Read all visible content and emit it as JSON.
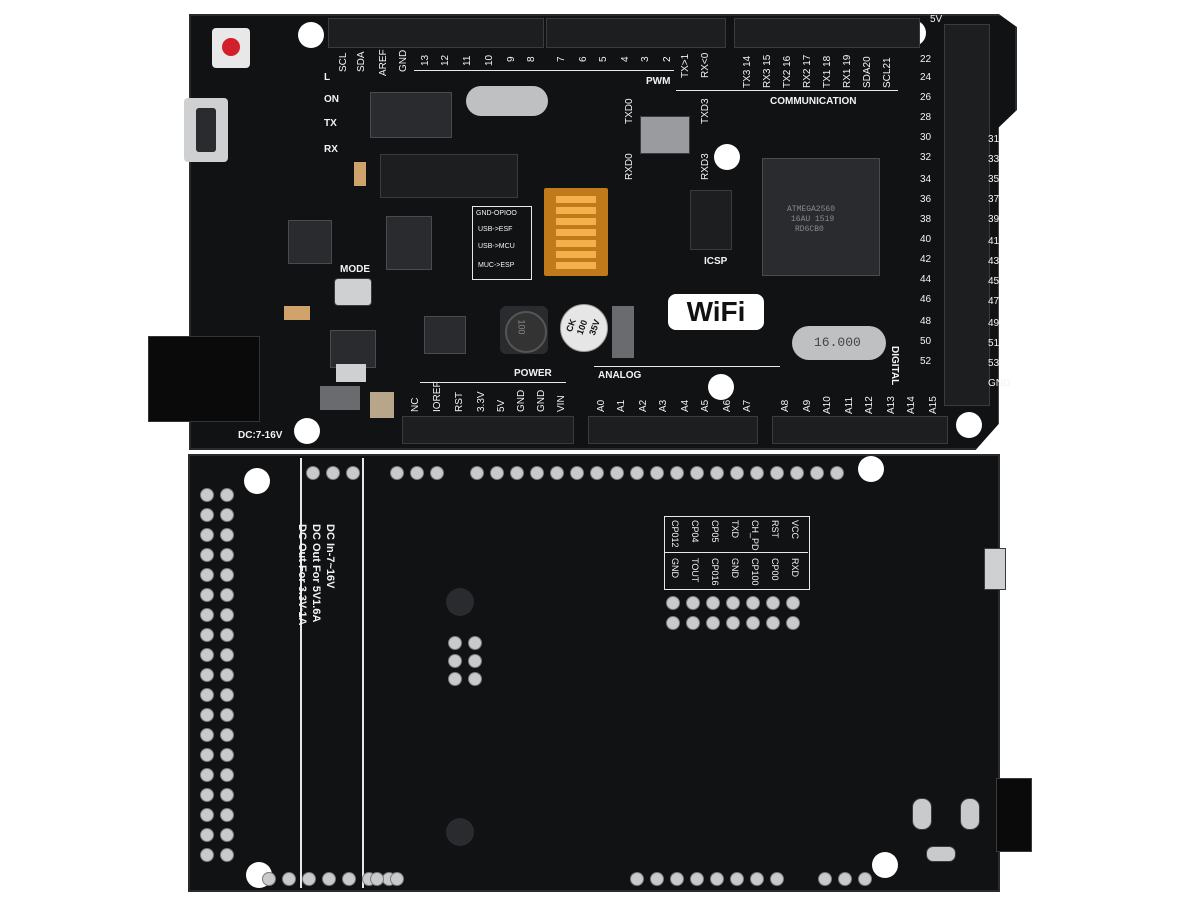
{
  "top_board": {
    "header_top_left": [
      "SCL",
      "SDA",
      "AREF",
      "GND",
      "13",
      "12",
      "11",
      "10",
      "9",
      "8"
    ],
    "header_top_mid": [
      "7",
      "6",
      "5",
      "4",
      "3",
      "2",
      "TX>1",
      "RX<0"
    ],
    "header_top_right": [
      "TX3 14",
      "RX3 15",
      "TX2 16",
      "RX2 17",
      "TX1 18",
      "RX1 19",
      "SDA20",
      "SCL21"
    ],
    "pwm_label": "PWM",
    "communication_label": "COMMUNICATION",
    "led_labels": [
      "L",
      "ON",
      "TX",
      "RX"
    ],
    "txd0": "TXD0",
    "txd3": "TXD3",
    "rxd0": "RXD0",
    "rxd3": "RXD3",
    "icsp": "ICSP",
    "mode": "MODE",
    "dip_box": [
      "GND-OPIOO",
      "USB->ESF",
      "USB->MCU",
      "MUC->ESP"
    ],
    "wifi_logo": "WiFi",
    "crystal2": "16.000",
    "cap_text": [
      "CK",
      "100",
      "35V"
    ],
    "inductor_text": "100",
    "power_label": "POWER",
    "analog_label": "ANALOG",
    "digital_label": "DIGITAL",
    "power_pins": [
      "NC",
      "IOREF",
      "RST",
      "3.3V",
      "5V",
      "GND",
      "GND",
      "VIN"
    ],
    "analog_pins_1": [
      "A0",
      "A1",
      "A2",
      "A3",
      "A4",
      "A5",
      "A6",
      "A7"
    ],
    "analog_pins_2": [
      "A8",
      "A9",
      "A10",
      "A11",
      "A12",
      "A13",
      "A14",
      "A15"
    ],
    "right_left_numbers": [
      "22",
      "24",
      "26",
      "28",
      "30",
      "32",
      "34",
      "36",
      "38",
      "40",
      "42",
      "44",
      "46",
      "48",
      "50",
      "52"
    ],
    "right_right_numbers": [
      "31",
      "33",
      "35",
      "37",
      "39",
      "41",
      "43",
      "45",
      "47",
      "49",
      "51",
      "53"
    ],
    "five_v": "5V",
    "gnd": "GND",
    "dc_label": "DC:7-16V",
    "chip_text": [
      "ATMEGA2560",
      "16AU 1519",
      "RD6CB0"
    ]
  },
  "bottom_board": {
    "dc_lines": [
      "DC In-7~16V",
      "DC Out For 5V1.6A",
      "DC Out For 3.3V-1A"
    ],
    "esp_table": {
      "row1": [
        "CP012",
        "CP04",
        "CP05",
        "TXD",
        "CH_PD",
        "RST",
        "VCC"
      ],
      "row2": [
        "GND",
        "TOUT",
        "CP016",
        "GND",
        "CP100",
        "CP00",
        "RXD"
      ]
    }
  }
}
